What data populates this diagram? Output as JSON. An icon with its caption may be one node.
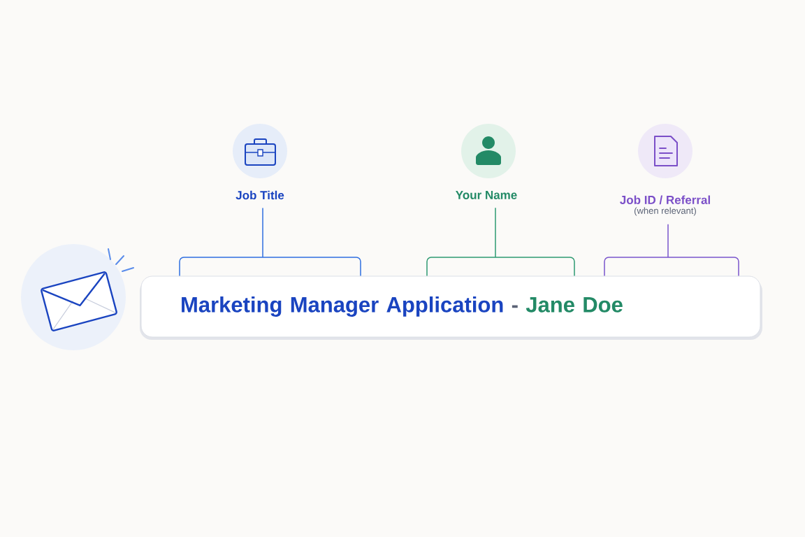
{
  "diagram": {
    "nodes": [
      {
        "text": [
          "Job Title"
        ]
      },
      {
        "text": [
          "Your Name"
        ]
      },
      {
        "text": [
          "Job ID / Referral",
          "(when relevant)"
        ]
      },
      {
        "text": [
          "Marketing Manager Application",
          "-",
          "Jane Doe"
        ]
      }
    ],
    "edges": [
      {
        "from": 0,
        "to": 3,
        "arrow": "none",
        "color": "#2f6fe0"
      },
      {
        "from": 1,
        "to": 3,
        "arrow": "none",
        "color": "#2e9a72"
      },
      {
        "from": 2,
        "to": 3,
        "arrow": "none",
        "color": "#7a55cc"
      }
    ]
  }
}
